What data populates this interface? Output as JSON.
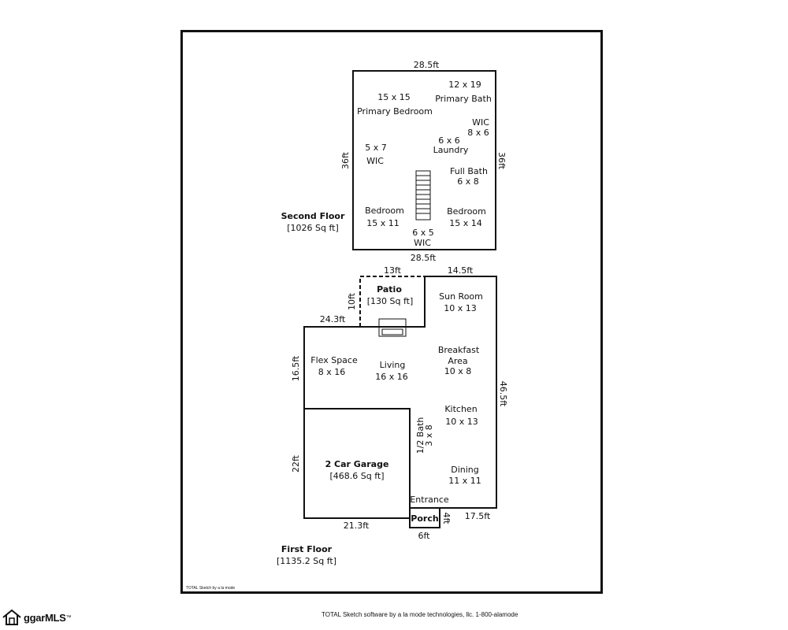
{
  "second_floor": {
    "title": "Second Floor",
    "area": "[1026 Sq ft]",
    "dim_top": "28.5ft",
    "dim_bottom": "28.5ft",
    "dim_left": "36ft",
    "dim_right": "36ft",
    "rooms": {
      "primary_bedroom": {
        "size": "15 x 15",
        "name": "Primary Bedroom"
      },
      "primary_bath": {
        "size": "12 x 19",
        "name": "Primary Bath"
      },
      "wic_right": {
        "name": "WIC",
        "size": "8 x 6"
      },
      "laundry": {
        "size": "6 x 6",
        "name": "Laundry"
      },
      "wic_left": {
        "size": "5 x 7",
        "name": "WIC"
      },
      "full_bath": {
        "name": "Full Bath",
        "size": "6 x 8"
      },
      "bedroom_left": {
        "name": "Bedroom",
        "size": "15 x 11"
      },
      "bedroom_right": {
        "name": "Bedroom",
        "size": "15 x 14"
      },
      "wic_bottom": {
        "size": "6 x 5",
        "name": "WIC"
      }
    }
  },
  "first_floor": {
    "title": "First Floor",
    "area": "[1135.2 Sq ft]",
    "dims": {
      "patio_top": "13ft",
      "sunroom_top": "14.5ft",
      "patio_side": "10ft",
      "flex_top": "24.3ft",
      "flex_side": "16.5ft",
      "right_side": "46.5ft",
      "garage_side": "22ft",
      "garage_bottom": "21.3ft",
      "porch_side": "4ft",
      "porch_bottom": "6ft",
      "right_bottom": "17.5ft"
    },
    "rooms": {
      "patio": {
        "name": "Patio",
        "area": "[130 Sq ft]"
      },
      "sun_room": {
        "name": "Sun Room",
        "size": "10 x 13"
      },
      "breakfast": {
        "name1": "Breakfast",
        "name2": "Area",
        "size": "10 x 8"
      },
      "flex": {
        "name": "Flex Space",
        "size": "8 x 16"
      },
      "living": {
        "name": "Living",
        "size": "16 x 16"
      },
      "kitchen": {
        "name": "Kitchen",
        "size": "10 x 13"
      },
      "half_bath": {
        "name": "1/2 Bath",
        "size": "3 x 8"
      },
      "garage": {
        "name": "2 Car Garage",
        "area": "[468.6 Sq ft]"
      },
      "dining": {
        "name": "Dining",
        "size": "11 x 11"
      },
      "entrance": {
        "name": "Entrance"
      },
      "porch": {
        "name": "Porch"
      }
    }
  },
  "credit_small": "TOTAL Sketch by a la mode",
  "footer": "TOTAL Sketch software by a la mode technologies, llc. 1-800-alamode",
  "logo": {
    "text": "ggarMLS",
    "tm": "™"
  }
}
